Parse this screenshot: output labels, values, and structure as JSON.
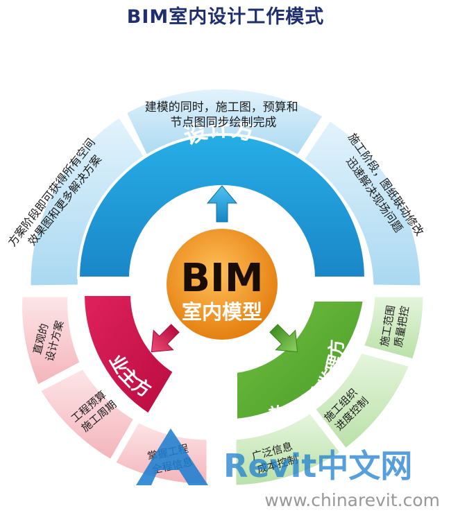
{
  "title": "BIM室内设计工作模式",
  "center": {
    "line1": "BIM",
    "line2": "室内模型"
  },
  "parties": {
    "designer": "设计方",
    "owner": "业主方",
    "construction": "施工方和监理方"
  },
  "outer_segments": {
    "design_left": "方案阶段即可获得所有空间效果图和更多解决方案",
    "design_top": "建模的同时，施工图，预算和节点图同步绘制完成",
    "design_right": "施工阶段，图纸联动修改迅速解决现场问题",
    "owner_top": "直观的设计方案",
    "owner_mid": "工程预算施工周期",
    "owner_bottom": "掌握工程全程信息",
    "construction_top": "施工范围质量把控",
    "construction_mid": "施工组织进度控制",
    "construction_bottom": "广泛信息成本控制"
  },
  "watermark": {
    "brand": "Revit中文网",
    "url": "www.chinarevit.com"
  },
  "colors": {
    "design": "#2a9fd8",
    "owner": "#d0114f",
    "construction": "#58ad2f",
    "center": "#f28c14",
    "design_outer": "#c6e5f6",
    "owner_outer": "#f8c8cc",
    "construction_outer": "#cfeac3",
    "title": "#1f2f6e"
  }
}
